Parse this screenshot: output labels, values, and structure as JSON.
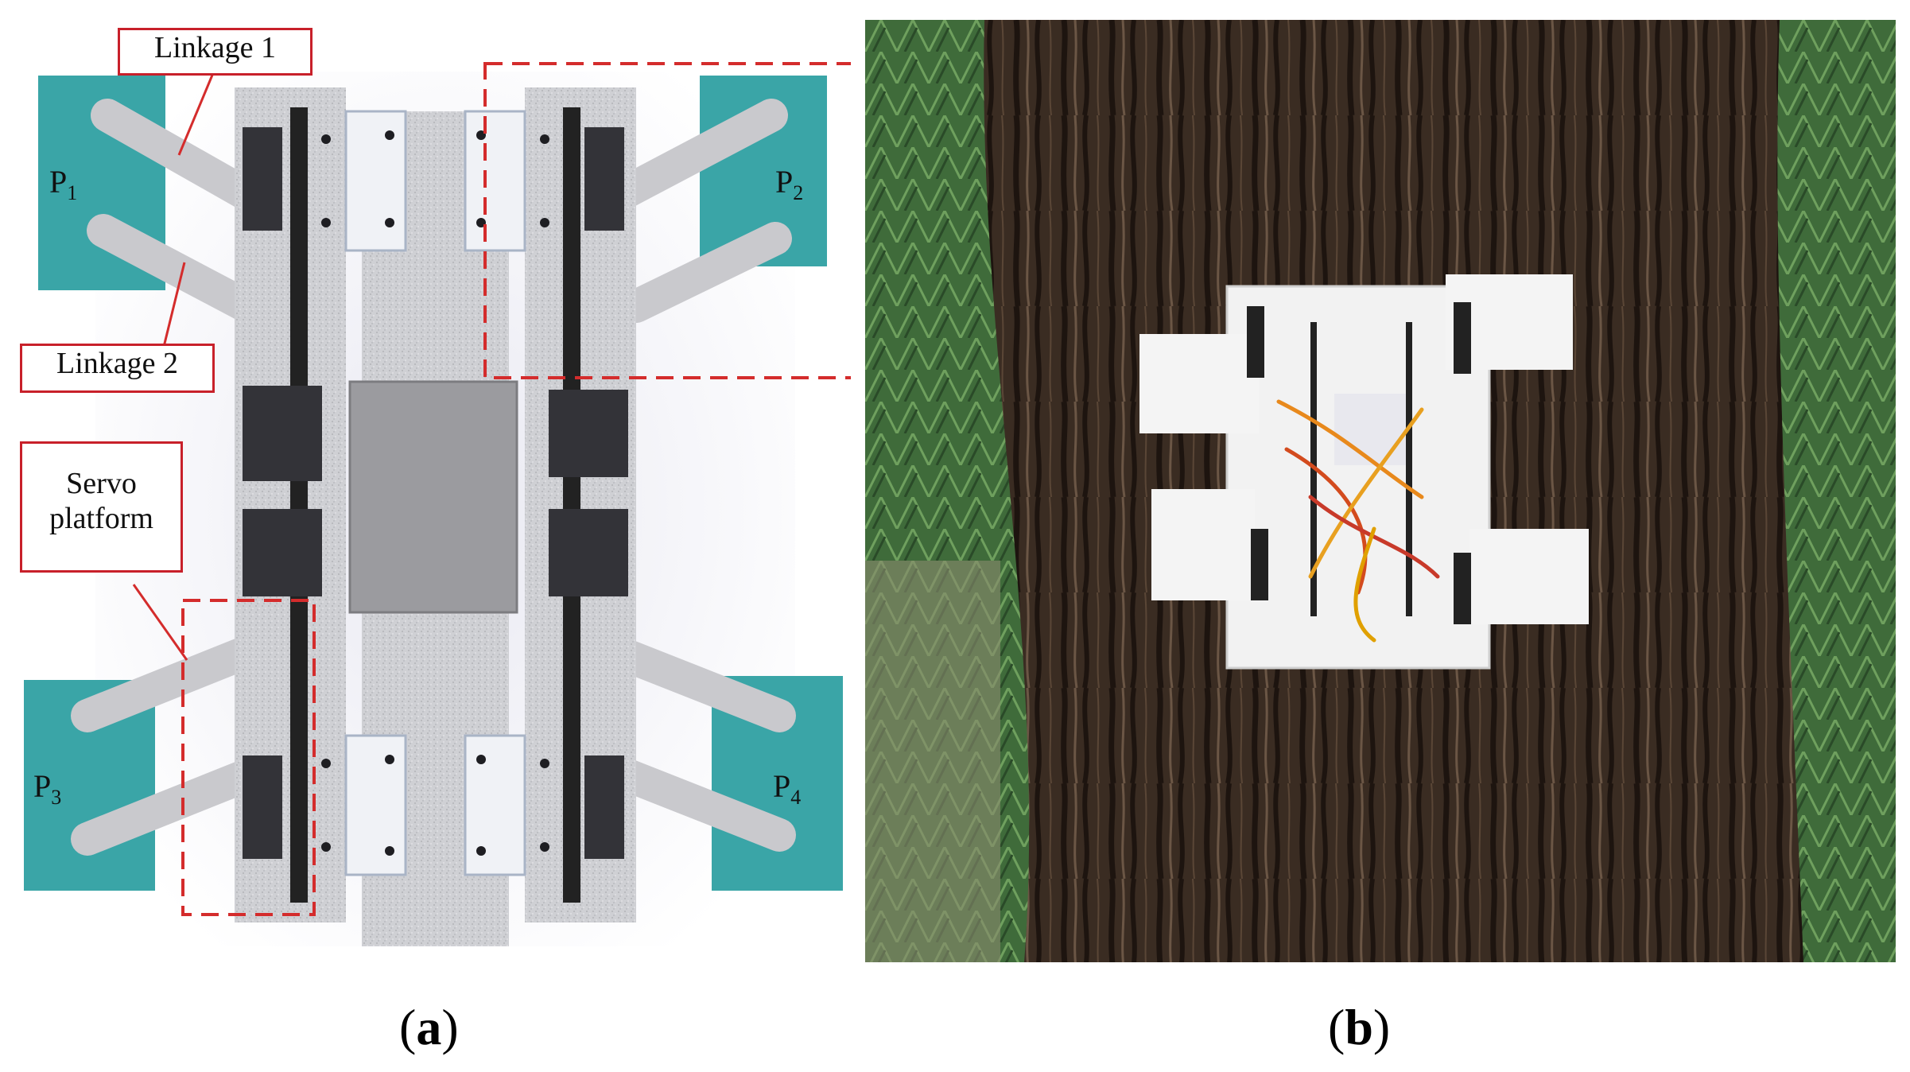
{
  "panel_a": {
    "callouts": {
      "linkage1": "Linkage 1",
      "linkage2": "Linkage 2",
      "servo_line1": "Servo",
      "servo_line2": "platform"
    },
    "pads": {
      "p1": {
        "base": "P",
        "sub": "1"
      },
      "p2": {
        "base": "P",
        "sub": "2"
      },
      "p3": {
        "base": "P",
        "sub": "3"
      },
      "p4": {
        "base": "P",
        "sub": "4"
      }
    },
    "colors": {
      "pad": "#3aa5a7",
      "frame": "#d4d4d8",
      "servo": "#333338",
      "highlight": "#d42c2c"
    }
  },
  "captions": {
    "a": {
      "open": "(",
      "letter": "a",
      "close": ")"
    },
    "b": {
      "open": "(",
      "letter": "b",
      "close": ")"
    }
  }
}
